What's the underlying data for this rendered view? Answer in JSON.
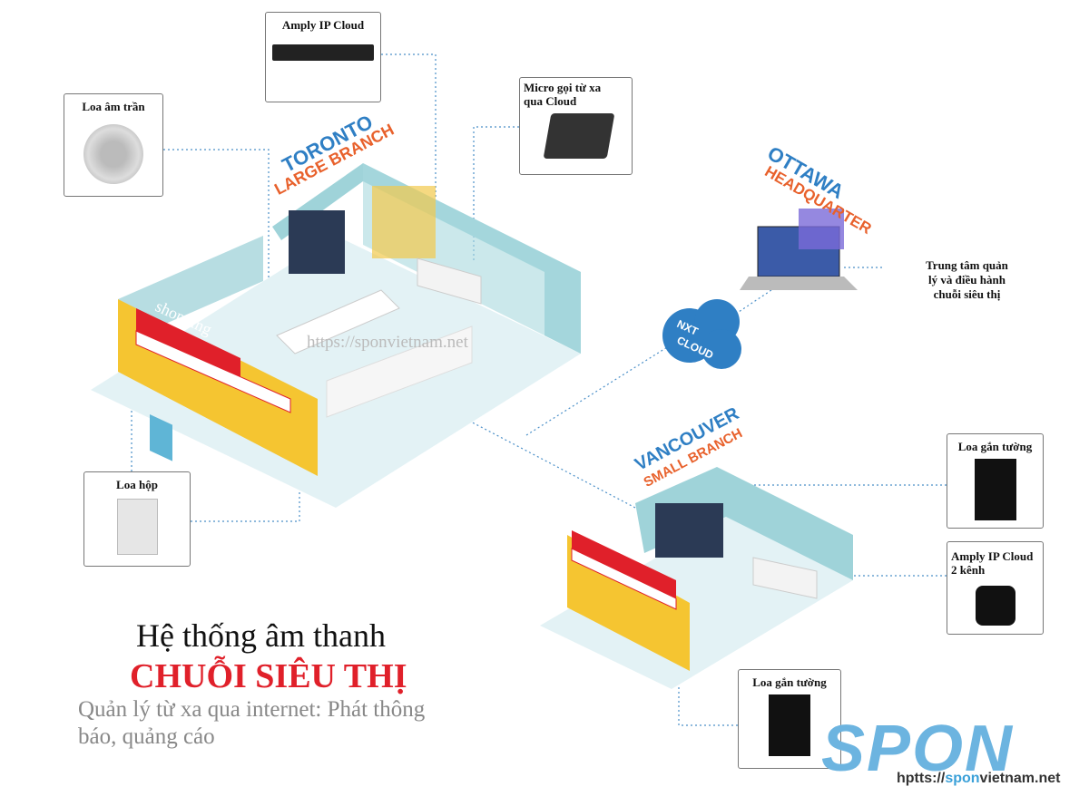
{
  "devices": {
    "amply_ip_cloud": "Amply IP Cloud",
    "ceiling_speaker": "Loa âm trần",
    "remote_mic_line1": "Micro gọi từ xa",
    "remote_mic_line2": "qua Cloud",
    "box_speaker": "Loa hộp",
    "wall_speaker_right": "Loa gắn tường",
    "amply_2ch_line1": "Amply IP Cloud",
    "amply_2ch_line2": "2 kênh",
    "wall_speaker_bottom": "Loa gắn tường"
  },
  "locations": {
    "toronto": "TORONTO",
    "toronto_sub": "LARGE BRANCH",
    "ottawa": "OTTAWA",
    "ottawa_sub": "HEADQUARTER",
    "vancouver": "VANCOUVER",
    "vancouver_sub": "SMALL BRANCH",
    "cloud_line1": "NXT",
    "cloud_line2": "CLOUD",
    "shop_sign": "shopping"
  },
  "hq_caption": [
    "Trung tâm quản",
    "lý và điều hành",
    "chuỗi siêu thị"
  ],
  "heading": {
    "line1": "Hệ thống âm thanh",
    "line2": "CHUỖI SIÊU THỊ",
    "subtitle": "Quản lý từ xa qua internet: Phát thông báo, quảng cáo"
  },
  "watermark": "https://sponvietnam.net",
  "brand": {
    "logo": "SPON",
    "url_prefix": "hptts://",
    "url_highlight": "spon",
    "url_suffix": "vietnam.net"
  },
  "colors": {
    "red": "#e0202a",
    "blue": "#6cb4e0",
    "floor": "#cfe9ee",
    "wall": "#9fd3d9",
    "yellow": "#f5c531"
  }
}
